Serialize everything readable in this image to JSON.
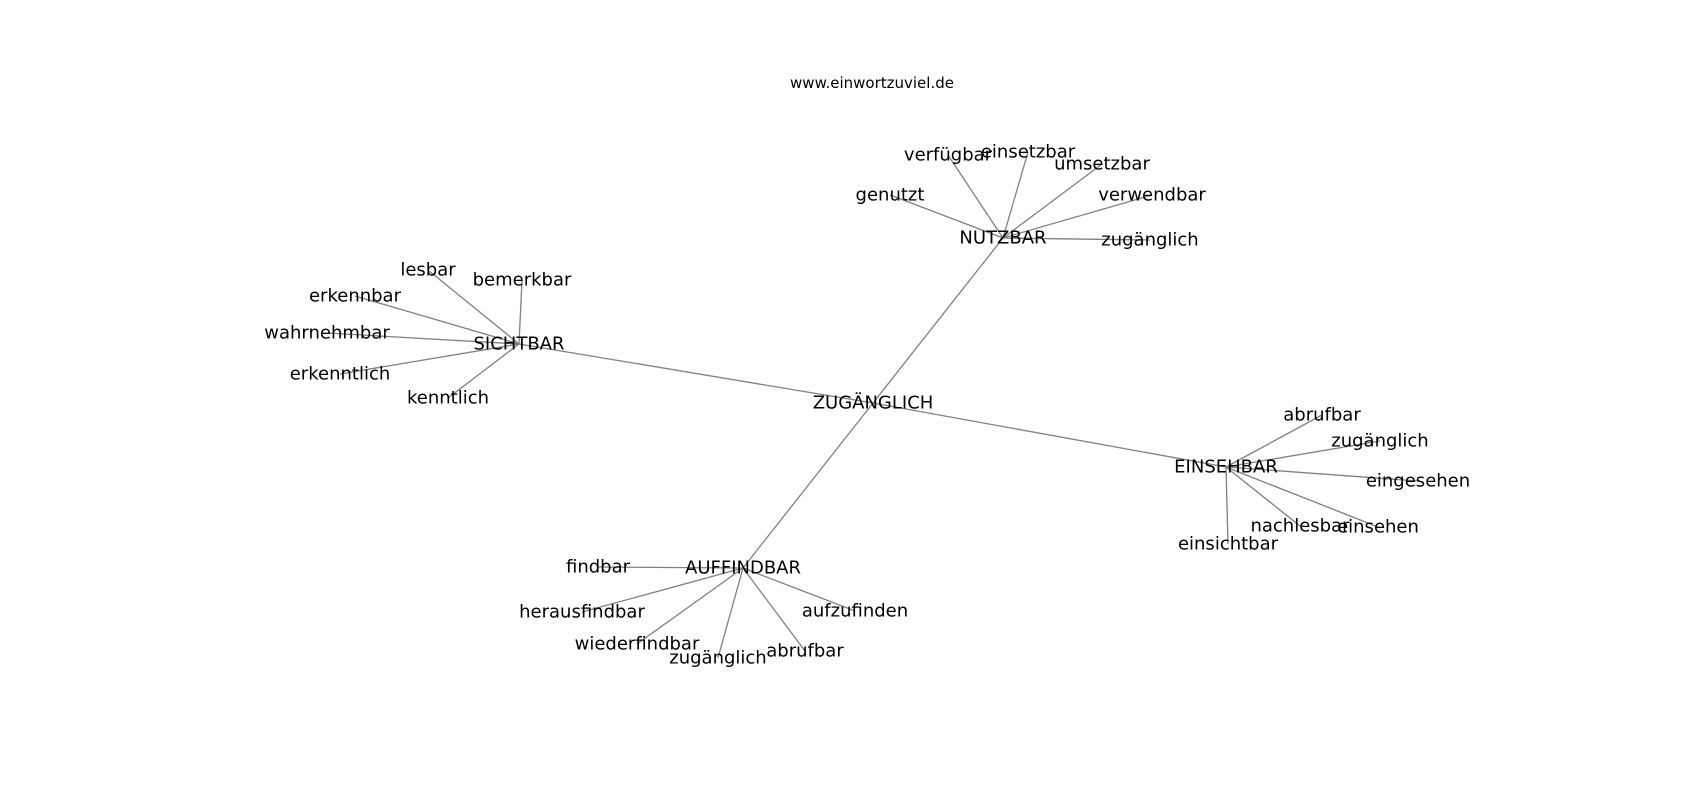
{
  "header": {
    "site": "www.einwortzuviel.de"
  },
  "graph": {
    "center": "ZUGÄNGLICH",
    "clusters": [
      {
        "hub": "NUTZBAR",
        "leaves": [
          "genutzt",
          "verfügbar",
          "einsetzbar",
          "umsetzbar",
          "verwendbar",
          "zugänglich"
        ]
      },
      {
        "hub": "SICHTBAR",
        "leaves": [
          "lesbar",
          "bemerkbar",
          "erkennbar",
          "wahrnehmbar",
          "erkenntlich",
          "kenntlich"
        ]
      },
      {
        "hub": "EINSEHBAR",
        "leaves": [
          "abrufbar",
          "zugänglich",
          "eingesehen",
          "nachlesbar",
          "einsehen",
          "einsichtbar"
        ]
      },
      {
        "hub": "AUFFINDBAR",
        "leaves": [
          "findbar",
          "herausfindbar",
          "wiederfindbar",
          "zugänglich",
          "abrufbar",
          "aufzufinden"
        ]
      }
    ]
  },
  "colors": {
    "edge": "#808080",
    "text": "#000000",
    "background": "#ffffff"
  }
}
